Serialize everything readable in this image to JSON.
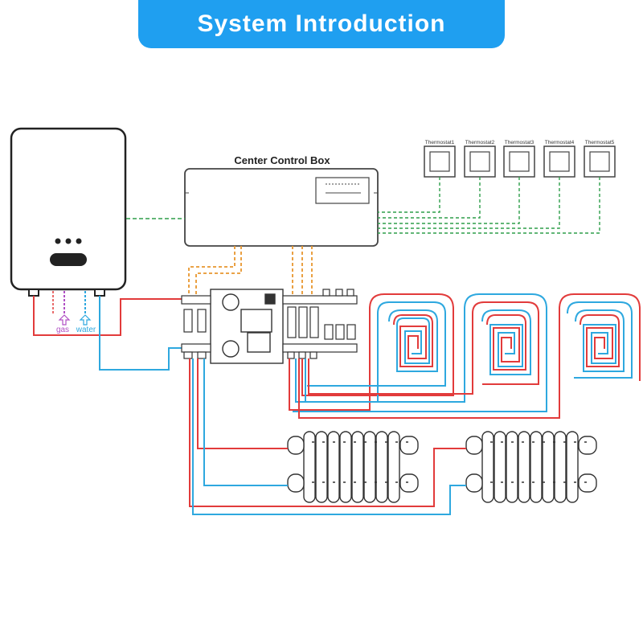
{
  "header": {
    "title": "System Introduction"
  },
  "control_box": {
    "title": "Center Control Box"
  },
  "thermostats": [
    "Thermostat1",
    "Thermostat2",
    "Thermostat3",
    "Thermostat4",
    "Thermostat5"
  ],
  "boiler": {
    "gas_label": "gas",
    "water_label": "water"
  },
  "colors": {
    "banner": "#1f9ff0",
    "signal_line": "#2e9e4a",
    "power_line": "#e8962e",
    "hot_pipe": "#e23b3b",
    "cold_pipe": "#2ea8df",
    "gas": "#b04fc4",
    "water": "#2ea8df"
  },
  "icons": [
    "boiler-display-icon",
    "arrow-up-icon",
    "valve-icon",
    "pump-icon"
  ]
}
